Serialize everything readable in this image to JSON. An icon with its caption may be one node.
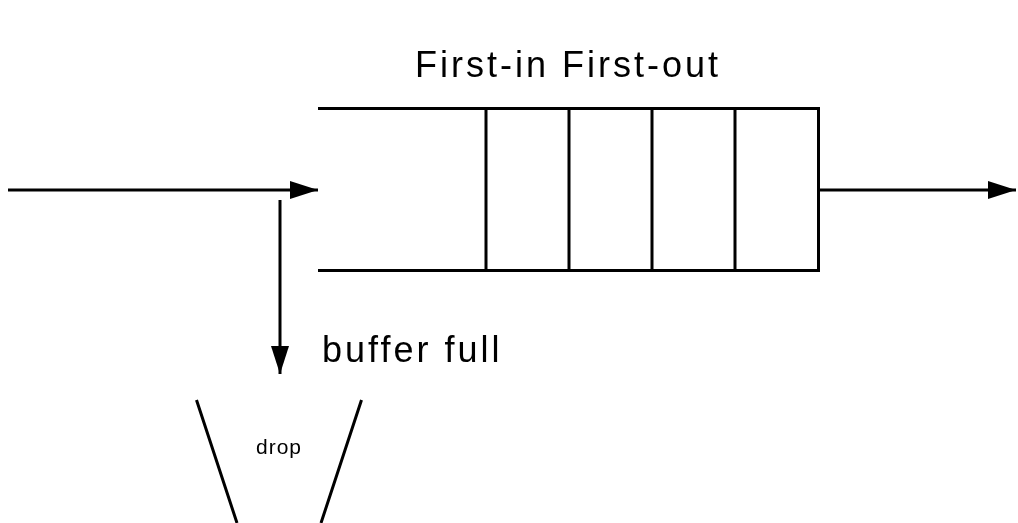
{
  "diagram": {
    "title": "First-in First-out",
    "nodes": [
      {
        "text": [],
        "shape": "box"
      },
      {
        "text": [
          "drop"
        ]
      }
    ],
    "edges": [
      {
        "from": null,
        "to": 0,
        "arrow": "to"
      },
      {
        "from": 0,
        "to": null,
        "arrow": "to"
      },
      {
        "from": null,
        "to": 1,
        "arrow": "to",
        "label": "buffer full"
      }
    ]
  }
}
